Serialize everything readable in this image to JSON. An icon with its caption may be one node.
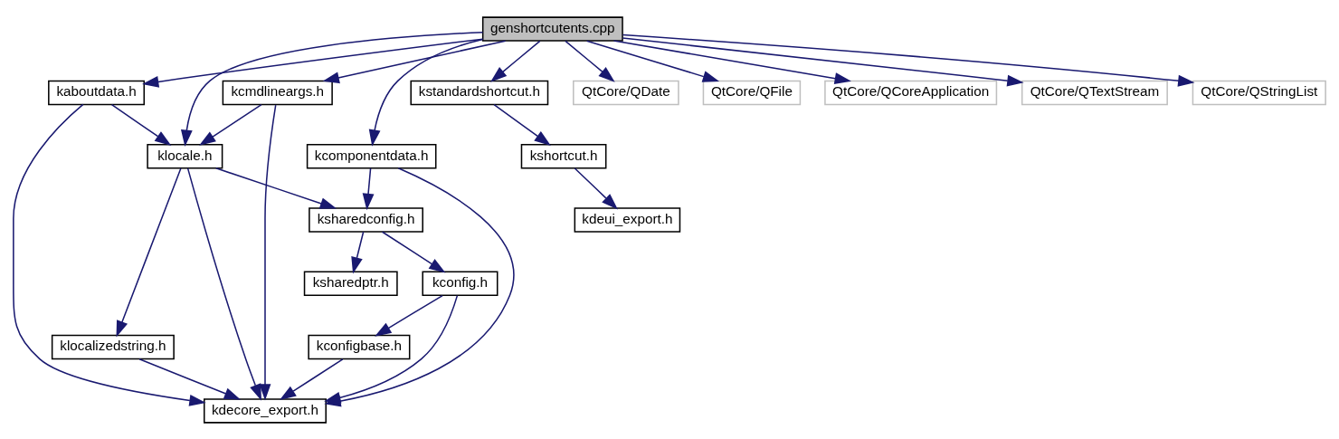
{
  "diagram": {
    "nodes": [
      {
        "text": [
          "genshortcutents.cpp"
        ]
      },
      {
        "text": [
          "kaboutdata.h"
        ]
      },
      {
        "text": [
          "kcmdlineargs.h"
        ]
      },
      {
        "text": [
          "klocale.h"
        ]
      },
      {
        "text": [
          "kcomponentdata.h"
        ]
      },
      {
        "text": [
          "kstandardshortcut.h"
        ]
      },
      {
        "text": [
          "QtCore/QDate"
        ]
      },
      {
        "text": [
          "QtCore/QFile"
        ]
      },
      {
        "text": [
          "QtCore/QCoreApplication"
        ]
      },
      {
        "text": [
          "QtCore/QTextStream"
        ]
      },
      {
        "text": [
          "QtCore/QStringList"
        ]
      },
      {
        "text": [
          "kshortcut.h"
        ]
      },
      {
        "text": [
          "ksharedconfig.h"
        ]
      },
      {
        "text": [
          "kdeui_export.h"
        ]
      },
      {
        "text": [
          "kconfig.h"
        ]
      },
      {
        "text": [
          "ksharedptr.h"
        ]
      },
      {
        "text": [
          "klocalizedstring.h"
        ]
      },
      {
        "text": [
          "kconfigbase.h"
        ]
      },
      {
        "text": [
          "kdecore_export.h"
        ]
      }
    ],
    "edges": [
      {
        "from": 0,
        "to": 1,
        "arrow": "to"
      },
      {
        "from": 0,
        "to": 3,
        "arrow": "to"
      },
      {
        "from": 0,
        "to": 2,
        "arrow": "to"
      },
      {
        "from": 0,
        "to": 4,
        "arrow": "to"
      },
      {
        "from": 0,
        "to": 5,
        "arrow": "to"
      },
      {
        "from": 0,
        "to": 6,
        "arrow": "to"
      },
      {
        "from": 0,
        "to": 7,
        "arrow": "to"
      },
      {
        "from": 0,
        "to": 8,
        "arrow": "to"
      },
      {
        "from": 0,
        "to": 9,
        "arrow": "to"
      },
      {
        "from": 0,
        "to": 10,
        "arrow": "to"
      },
      {
        "from": 1,
        "to": 3,
        "arrow": "to"
      },
      {
        "from": 1,
        "to": 18,
        "arrow": "to"
      },
      {
        "from": 2,
        "to": 3,
        "arrow": "to"
      },
      {
        "from": 2,
        "to": 18,
        "arrow": "to"
      },
      {
        "from": 3,
        "to": 16,
        "arrow": "to"
      },
      {
        "from": 3,
        "to": 12,
        "arrow": "to"
      },
      {
        "from": 3,
        "to": 18,
        "arrow": "to"
      },
      {
        "from": 4,
        "to": 12,
        "arrow": "to"
      },
      {
        "from": 4,
        "to": 18,
        "arrow": "to"
      },
      {
        "from": 5,
        "to": 11,
        "arrow": "to"
      },
      {
        "from": 11,
        "to": 13,
        "arrow": "to"
      },
      {
        "from": 12,
        "to": 14,
        "arrow": "to"
      },
      {
        "from": 12,
        "to": 15,
        "arrow": "to"
      },
      {
        "from": 14,
        "to": 18,
        "arrow": "to"
      },
      {
        "from": 14,
        "to": 17,
        "arrow": "to"
      },
      {
        "from": 16,
        "to": 18,
        "arrow": "to"
      },
      {
        "from": 17,
        "to": 18,
        "arrow": "to"
      }
    ]
  }
}
